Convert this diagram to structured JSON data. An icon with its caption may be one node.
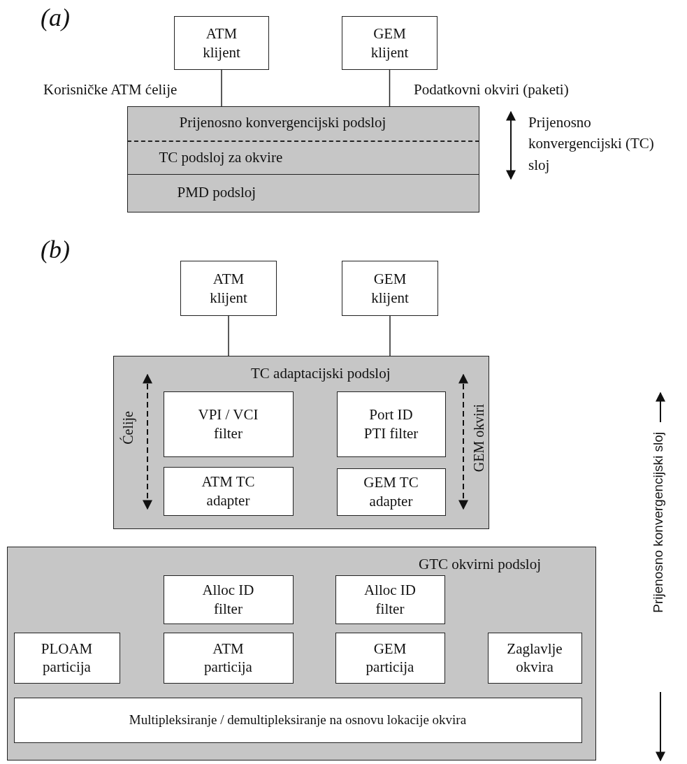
{
  "diagram": {
    "nodes": [
      {
        "text": [
          "ATM klijent"
        ]
      },
      {
        "text": [
          "GEM klijent"
        ]
      },
      {
        "text": [],
        "shape": "box"
      },
      {
        "text": [
          "Prijenosno konvergencijski podsloj"
        ],
        "in": 2
      },
      {
        "text": [
          "TC podsloj za okvire"
        ],
        "in": 2
      },
      {
        "text": [
          "PMD podsloj"
        ],
        "in": 2
      },
      {
        "text": [
          "ATM klijent"
        ]
      },
      {
        "text": [
          "GEM klijent"
        ]
      },
      {
        "text": [
          "TC adaptacijski podsloj"
        ]
      },
      {
        "text": [
          "VPI / VCI filter"
        ],
        "in": 8
      },
      {
        "text": [
          "Port ID PTI filter"
        ],
        "in": 8
      },
      {
        "text": [
          "ATM TC adapter"
        ],
        "in": 8
      },
      {
        "text": [
          "GEM TC adapter"
        ],
        "in": 8
      },
      {
        "text": [
          "GTC okvirni podsloj"
        ]
      },
      {
        "text": [
          "Alloc ID filter"
        ],
        "in": 13
      },
      {
        "text": [
          "Alloc ID filter"
        ],
        "in": 13
      },
      {
        "text": [
          "PLOAM particija"
        ],
        "in": 13
      },
      {
        "text": [
          "ATM particija"
        ],
        "in": 13
      },
      {
        "text": [
          "GEM particija"
        ],
        "in": 13
      },
      {
        "text": [
          "Zaglavlje okvira"
        ],
        "in": 13
      },
      {
        "text": [
          "Multipleksiranje / demultipleksiranje na osnovu lokacije okvira"
        ],
        "in": 13
      }
    ],
    "edges": [
      {
        "from": 0,
        "to": 3,
        "arrow": "none",
        "label": "Korisničke ATM ćelije"
      },
      {
        "from": 1,
        "to": 3,
        "arrow": "none",
        "label": "Podatkovni okviri (paketi)"
      },
      {
        "from": 6,
        "to": 8,
        "arrow": "none"
      },
      {
        "from": 7,
        "to": 8,
        "arrow": "none"
      }
    ],
    "labels": [
      "(a)",
      "Prijenosno konvergencijski (TC) sloj",
      "(b)",
      "Ćelije",
      "GEM okviri",
      "Prijenosno konvergencijski sloj"
    ]
  }
}
